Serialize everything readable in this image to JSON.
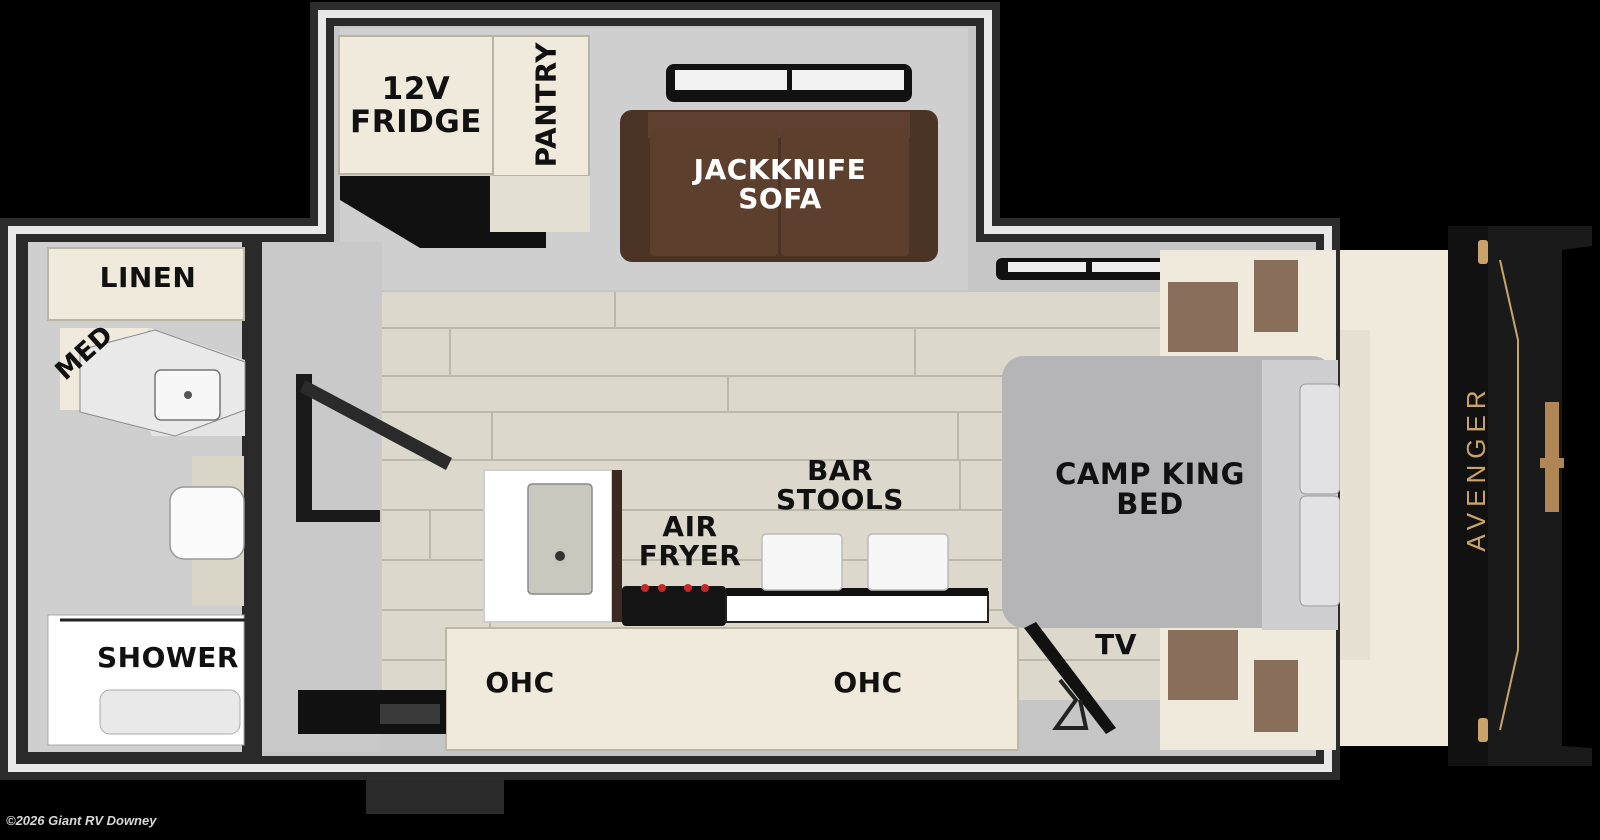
{
  "labels": {
    "fridge": "12V\nFRIDGE",
    "pantry": "PANTRY",
    "sofa": "JACKKNIFE\nSOFA",
    "linen": "LINEN",
    "med": "MED",
    "bar_stools": "BAR\nSTOOLS",
    "air_fryer": "AIR\nFRYER",
    "bed": "CAMP KING\nBED",
    "tv": "TV",
    "shower": "SHOWER",
    "ohc_left": "OHC",
    "ohc_right": "OHC"
  },
  "brand": "AVENGER",
  "copyright": "©2026 Giant RV Downey",
  "colors": {
    "wall": "#2a2a2a",
    "interior_gray": "#c9c9c9",
    "floor": "#dcd9cc",
    "cabinet": "#efeadc",
    "sofa": "#5b3e2e",
    "bed": "#b5b5b8",
    "accent_gold": "#c9a36a"
  }
}
